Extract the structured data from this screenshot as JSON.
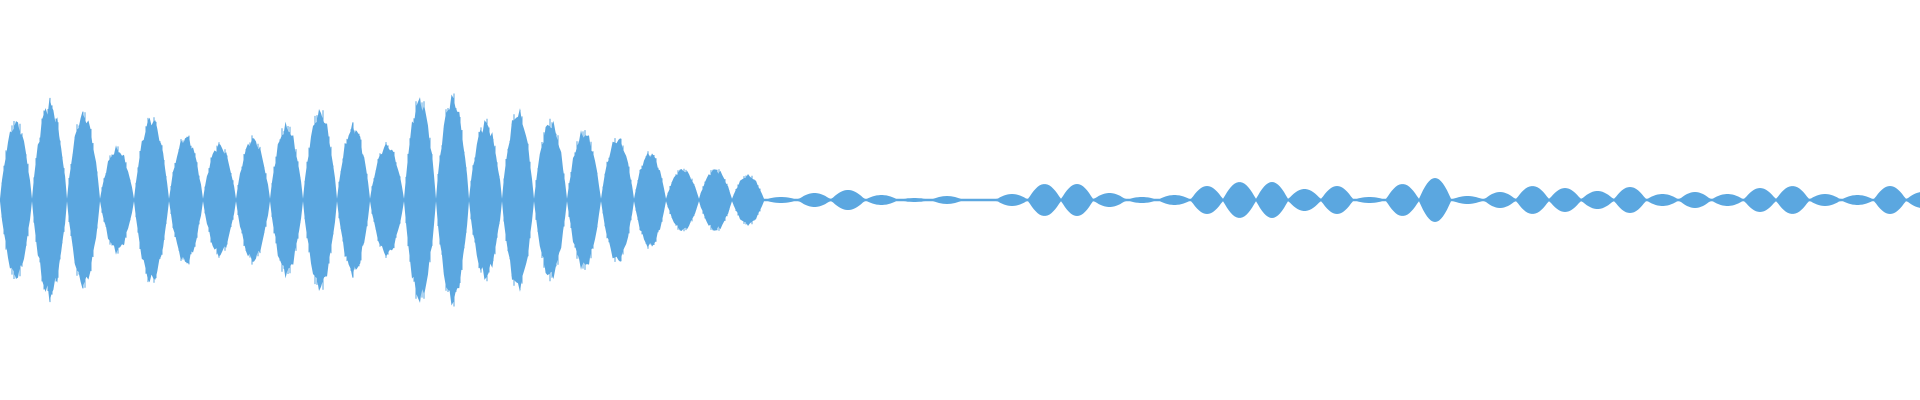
{
  "waveform": {
    "color": "#5ba7e0",
    "background": "#ffffff",
    "envelope": [
      0.76,
      0.95,
      0.84,
      0.5,
      0.8,
      0.62,
      0.54,
      0.6,
      0.72,
      0.86,
      0.72,
      0.54,
      0.98,
      1.0,
      0.76,
      0.86,
      0.76,
      0.66,
      0.6,
      0.46,
      0.3,
      0.3,
      0.24,
      0.03,
      0.07,
      0.1,
      0.05,
      0.02,
      0.04,
      0.01,
      0.06,
      0.16,
      0.16,
      0.07,
      0.03,
      0.05,
      0.14,
      0.18,
      0.18,
      0.11,
      0.14,
      0.03,
      0.16,
      0.22,
      0.04,
      0.08,
      0.14,
      0.12,
      0.09,
      0.13,
      0.06,
      0.08,
      0.06,
      0.12,
      0.14,
      0.06,
      0.05,
      0.14,
      0.08,
      0.14,
      0.16,
      0.03,
      0.02,
      0.02,
      0.13,
      0.1,
      0.03,
      0.08,
      0.09
    ],
    "segment_lengths": [
      32,
      35,
      33,
      34,
      35,
      34,
      33,
      34,
      33,
      34,
      33,
      34,
      32,
      33,
      33,
      32,
      33,
      34,
      33,
      32,
      33,
      33,
      32,
      34,
      33,
      34,
      33,
      33,
      32,
      33,
      32,
      33,
      32,
      33,
      32,
      33,
      32,
      33,
      32,
      33,
      32,
      33,
      33,
      32,
      33,
      32,
      33,
      32,
      33,
      32,
      33,
      32,
      33,
      32,
      33,
      32,
      33,
      32,
      33,
      32,
      33,
      32,
      33,
      32,
      33,
      32,
      33,
      32,
      33
    ]
  }
}
